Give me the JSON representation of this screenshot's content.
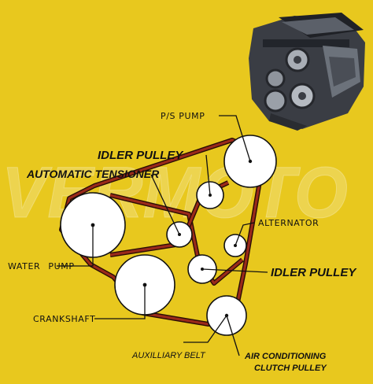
{
  "colors": {
    "background": "#E8C81E",
    "belt": "#9a2a1a",
    "pulley_fill": "#ffffff",
    "outline": "#111111"
  },
  "watermark": "VERMOTO",
  "engine_photo": "engine-photo",
  "labels": {
    "ps_pump": "P/S PUMP",
    "idler_pulley_top": "IDLER PULLEY",
    "automatic_tensioner": "AUTOMATIC TENSIONER",
    "alternator": "ALTERNATOR",
    "water_pump": "WATER PUMP",
    "idler_pulley_bottom": "IDLER PULLEY",
    "crankshaft": "CRANKSHAFT",
    "auxiliary_belt": "AUXILLIARY BELT",
    "air_conditioning_line1": "AIR CONDITIONING",
    "air_conditioning_line2": "CLUTCH PULLEY"
  }
}
